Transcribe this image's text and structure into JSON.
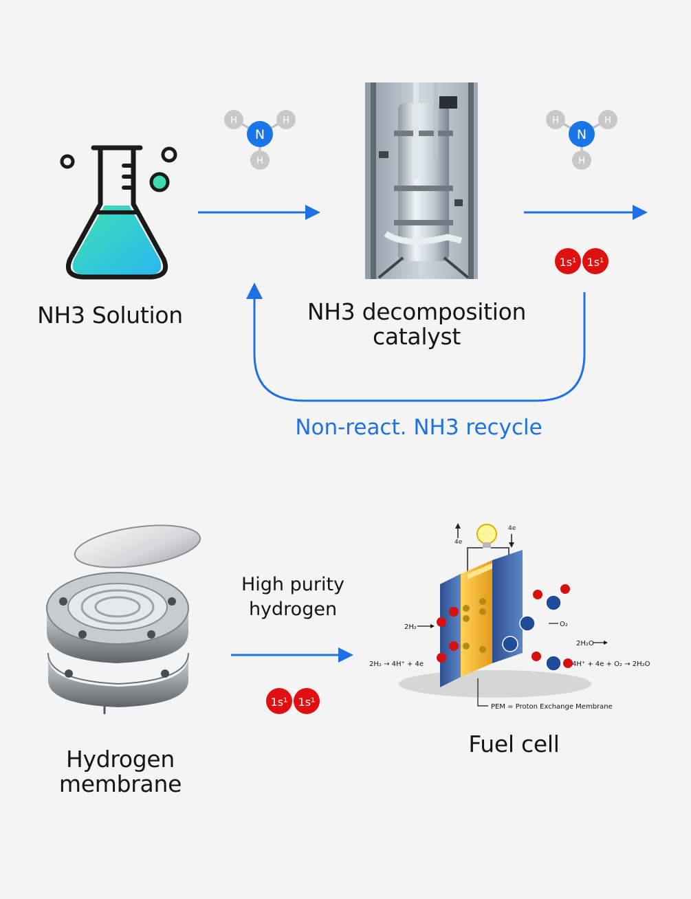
{
  "labels": {
    "nh3_solution": "NH3 Solution",
    "decomposition_line1": "NH3 decomposition",
    "decomposition_line2": "catalyst",
    "recycle": "Non-react. NH3 recycle",
    "membrane_line1": "Hydrogen",
    "membrane_line2": "membrane",
    "purity_line1": "High purity",
    "purity_line2": "hydrogen",
    "fuel_cell": "Fuel cell"
  },
  "ammonia_molecule": {
    "center": "N",
    "ligand": "H"
  },
  "hydrogen_molecule": {
    "atom": "1s¹"
  },
  "fuel_cell_diagram": {
    "top_left_marker": "4e",
    "top_right_marker": "4e",
    "left_input": "2H₂",
    "left_reaction": "2H₂ → 4H⁺ + 4e",
    "right_input": "O₂",
    "right_output": "2H₂O",
    "right_reaction": "4H⁺ + 4e + O₂ → 2H₂O",
    "pem_caption": "PEM = Proton Exchange Membrane"
  },
  "colors": {
    "arrow_blue": "#1f6fe5",
    "nitrogen_blue": "#1976e8",
    "hydrogen_gray": "#c8c8c8",
    "hydrogen_red": "#e01010",
    "flask_liquid": "#3ddbb0"
  }
}
